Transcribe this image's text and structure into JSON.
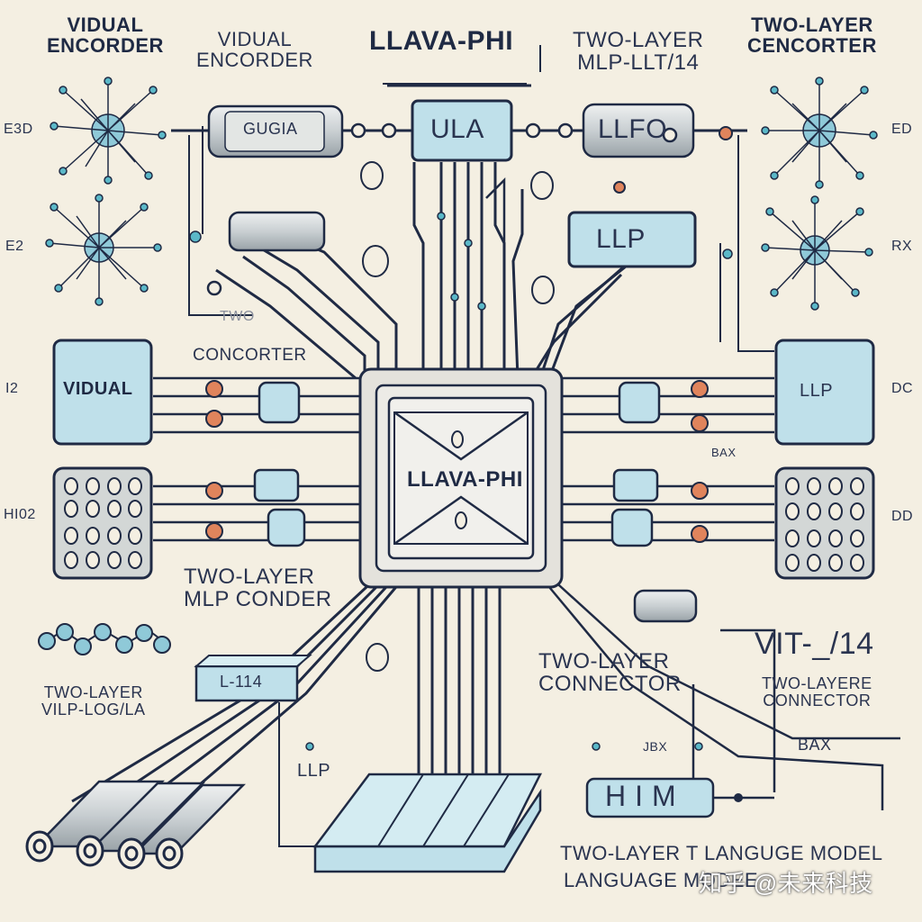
{
  "title": "LLAVA-PHI",
  "top_labels": {
    "top_left_encoder": "VIDUAL\nENCORDER",
    "top_left_encoder_2": "VIDUAL\nENCORDER",
    "top_mlp": "TWO-LAYER\nMLP-LLT/14",
    "top_right_concorter": "TWO-LAYER\nCENCORTER"
  },
  "boxes": {
    "top_left_cylinder": "GUGIA",
    "top_center": "ULA",
    "top_right_cylinder": "LLFO",
    "right_llp": "LLP",
    "left_vidual": "VIDUAL",
    "right_box": "LLP",
    "chip_core": "LLAVA-PHI",
    "lower_left_block": "L-114"
  },
  "mid_labels": {
    "two_faint": "TWO",
    "concorter": "CONCORTER",
    "two_layer_mlp": "TWO-LAYER\nMLP CONDER",
    "left_two_layer_vlp": "TWO-LAYER\nVILP-LOG/LA",
    "llp_bottom": "LLP",
    "two_layer_connector": "TWO-LAYER\nCONNECTOR",
    "vit": "VIT-_/14",
    "two_layer_connector_right": "TWO-LAYERE\nCONNECTOR",
    "bax_right": "BAX",
    "bax_small": "BAX",
    "jbx": "JBX",
    "two_layer_language": "TWO-LAYER T LANGUGE MODEL",
    "language_model": "LANGUAGE MODEE",
    "mim": "HIM"
  },
  "side_marks": {
    "left_1": "E3D",
    "left_2": "E2",
    "left_3": "I2",
    "left_4": "HI02",
    "right_1": "ED",
    "right_2": "RX",
    "right_3": "DC",
    "right_4": "DD"
  },
  "watermark": "知乎 @未来科技",
  "colors": {
    "background": "#f4efe2",
    "ink": "#1f2a44",
    "box_fill": "#bfe0ea",
    "box_gray": "#cfd3d6",
    "accent_orange": "#e0845c",
    "chip_fill": "#e9e6df"
  }
}
